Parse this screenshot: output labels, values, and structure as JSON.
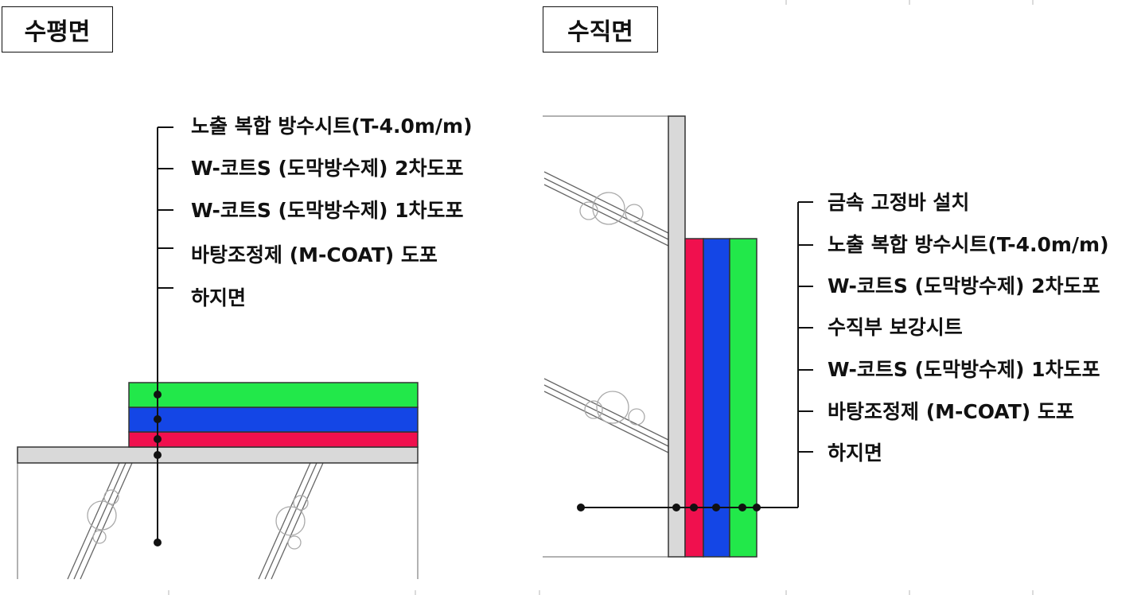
{
  "horizontal": {
    "title": "수평면",
    "labels": [
      "노출 복합 방수시트(T-4.0m/m)",
      "W-코트S (도막방수제) 2차도포",
      "W-코트S (도막방수제) 1차도포",
      "바탕조정제 (M-COAT) 도포",
      "하지면"
    ]
  },
  "vertical": {
    "title": "수직면",
    "labels": [
      "금속 고정바 설치",
      "노출 복합 방수시트(T-4.0m/m)",
      "W-코트S (도막방수제) 2차도포",
      "수직부 보강시트",
      "W-코트S (도막방수제) 1차도포",
      "바탕조정제 (M-COAT) 도포",
      "하지면"
    ]
  },
  "colors": {
    "sheet": "#22e84a",
    "coat2": "#1446e6",
    "coat1": "#f0104e",
    "substrate": "#d9d9d9",
    "line": "#111111"
  }
}
